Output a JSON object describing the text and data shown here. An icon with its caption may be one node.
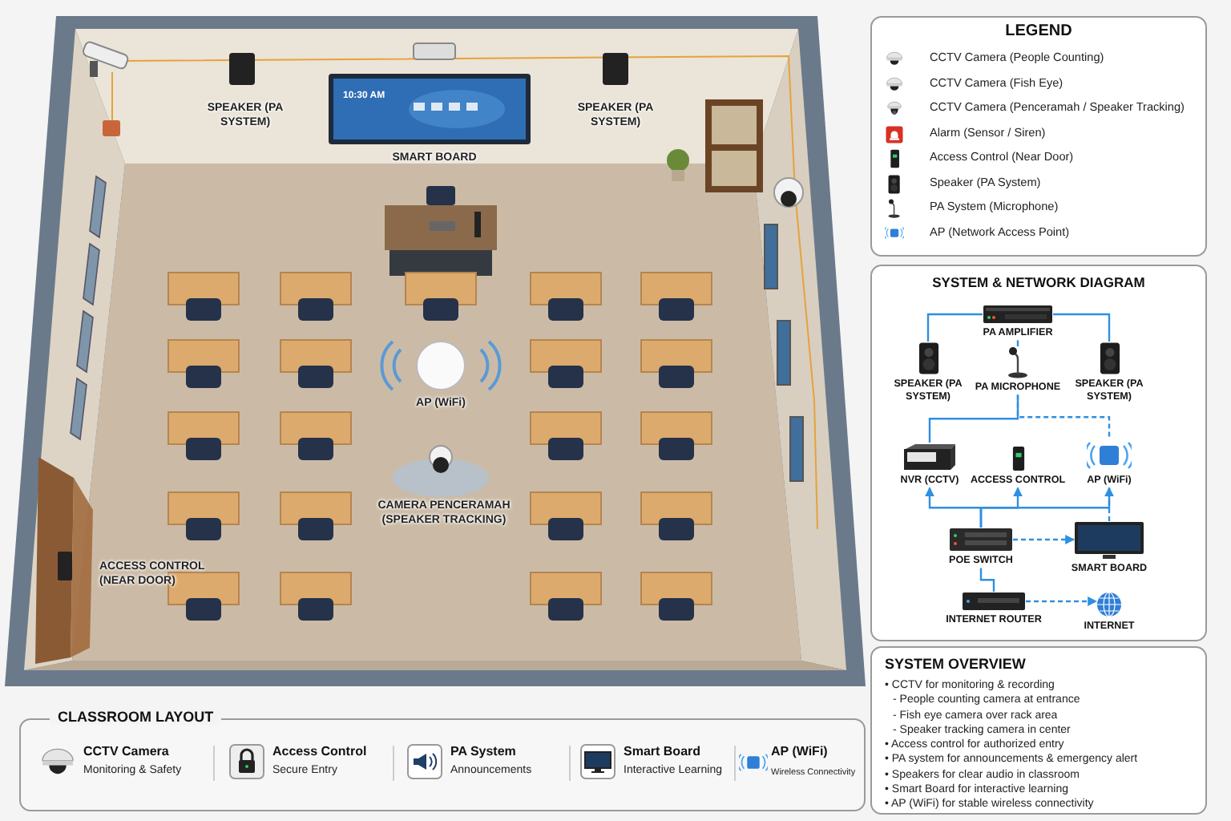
{
  "diagram": {
    "nodes": [
      {
        "text": [
          "SYSTEM & NETWORK DIAGRAM"
        ]
      },
      {
        "text": [
          "PA AMPLIFIER"
        ],
        "in": 0
      },
      {
        "text": [
          "SPEAKER (PA SYSTEM)"
        ],
        "in": 0
      },
      {
        "text": [
          "PA MICROPHONE"
        ],
        "in": 0
      },
      {
        "text": [
          "SPEAKER (PA SYSTEM)"
        ],
        "in": 0
      },
      {
        "text": [
          "NVR (CCTV)"
        ],
        "in": 0
      },
      {
        "text": [
          "ACCESS CONTROL"
        ],
        "in": 0
      },
      {
        "text": [
          "AP (WiFi)"
        ],
        "in": 0
      },
      {
        "text": [
          "POE SWITCH"
        ],
        "in": 0
      },
      {
        "text": [
          "SMART BOARD"
        ],
        "in": 0
      },
      {
        "text": [
          "INTERNET ROUTER"
        ],
        "in": 0
      },
      {
        "text": [
          "INTERNET"
        ],
        "in": 0
      },
      {
        "text": [
          "SYSTEM OVERVIEW",
          "• CCTV for monitoring & recording",
          "- People counting camera at entrance",
          "- Fish eye camera over rack area",
          "- Speaker tracking camera in center",
          "• Access control for authorized entry",
          "• PA system for announcements & emergency alert",
          "• Speakers for clear audio in classroom",
          "• Smart Board for interactive learning",
          "• AP (WiFi) for stable wireless connectivity"
        ]
      },
      {
        "text": [
          "CLASSROOM LAYOUT"
        ]
      }
    ],
    "edges": [
      {
        "from": 1,
        "to": 2,
        "arrow": "none"
      },
      {
        "from": 1,
        "to": 4,
        "arrow": "none"
      },
      {
        "from": 3,
        "to": 1,
        "arrow": "none"
      },
      {
        "from": 3,
        "to": 5,
        "arrow": "none"
      },
      {
        "from": 3,
        "to": 7,
        "arrow": "none",
        "style": "dashed"
      },
      {
        "from": 8,
        "to": 5,
        "arrow": "to"
      },
      {
        "from": 8,
        "to": 6,
        "arrow": "to"
      },
      {
        "from": 8,
        "to": 7,
        "arrow": "to"
      },
      {
        "from": 9,
        "to": 7,
        "arrow": "none",
        "style": "dashed"
      },
      {
        "from": 8,
        "to": 9,
        "arrow": "to",
        "style": "dashed"
      },
      {
        "from": 10,
        "to": 8,
        "arrow": "none"
      },
      {
        "from": 10,
        "to": 11,
        "arrow": "to",
        "style": "dashed"
      }
    ],
    "labels": [
      "SPEAKER (PA SYSTEM)",
      "SPEAKER (PA SYSTEM)",
      "10:30 AM",
      "SMART BOARD",
      "AP (WiFi)",
      "CAMERA PENCERAMAH (SPEAKER TRACKING)",
      "ACCESS CONTROL (NEAR DOOR)",
      "LEGEND",
      "CCTV Camera",
      "Monitoring & Safety",
      "Access Control",
      "Secure Entry",
      "PA System",
      "Announcements",
      "Smart Board",
      "Interactive Learning",
      "AP (WiFi)",
      "Wireless Connectivity"
    ],
    "legend": [
      {
        "text": "CCTV Camera (People Counting)"
      },
      {
        "text": "CCTV Camera (Fish Eye)"
      },
      {
        "text": "CCTV Camera (Penceramah / Speaker Tracking)"
      },
      {
        "text": "Alarm (Sensor / Siren)"
      },
      {
        "text": "Access Control (Near Door)"
      },
      {
        "text": "Speaker (PA System)"
      },
      {
        "text": "PA System (Microphone)"
      },
      {
        "text": "AP (Network Access Point)"
      }
    ]
  }
}
